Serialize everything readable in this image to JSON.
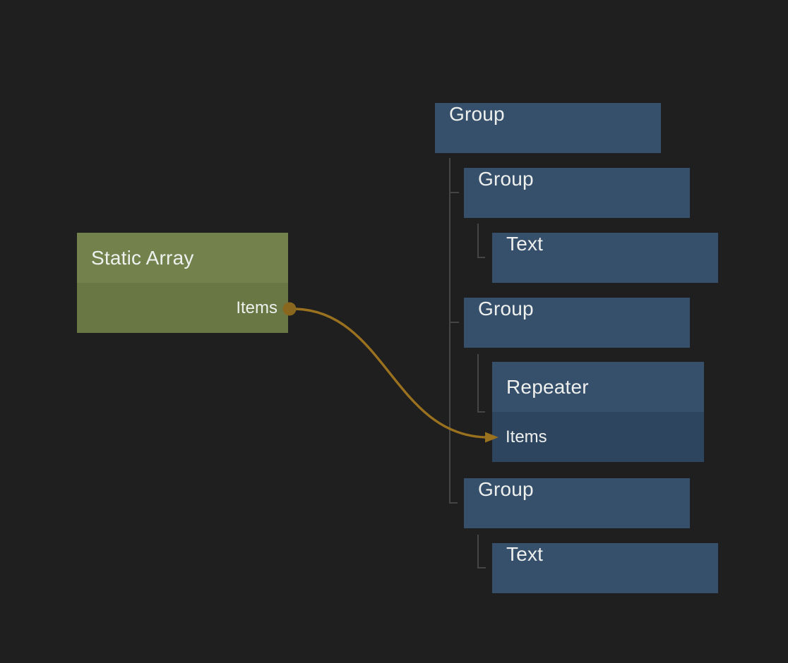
{
  "canvas": {
    "background_color": "#1f1f1f"
  },
  "colors": {
    "node_blue": "#364f6b",
    "node_blue_port_row": "#2e455f",
    "node_green_header": "#73814d",
    "node_green_body": "#697744",
    "wire": "#9a711e",
    "port_dot": "#8a671e",
    "tree_line": "#454545",
    "label_text": "#eef0ee"
  },
  "nodes": {
    "static_array": {
      "title": "Static Array",
      "output_port": "Items"
    },
    "group_root": {
      "title": "Group"
    },
    "group_child_1": {
      "title": "Group"
    },
    "text_child_1": {
      "title": "Text"
    },
    "group_child_2": {
      "title": "Group"
    },
    "repeater": {
      "title": "Repeater",
      "input_port": "Items"
    },
    "group_child_3": {
      "title": "Group"
    },
    "text_child_2": {
      "title": "Text"
    }
  },
  "connection": {
    "from_node": "Static Array",
    "from_port": "Items",
    "to_node": "Repeater",
    "to_port": "Items"
  }
}
